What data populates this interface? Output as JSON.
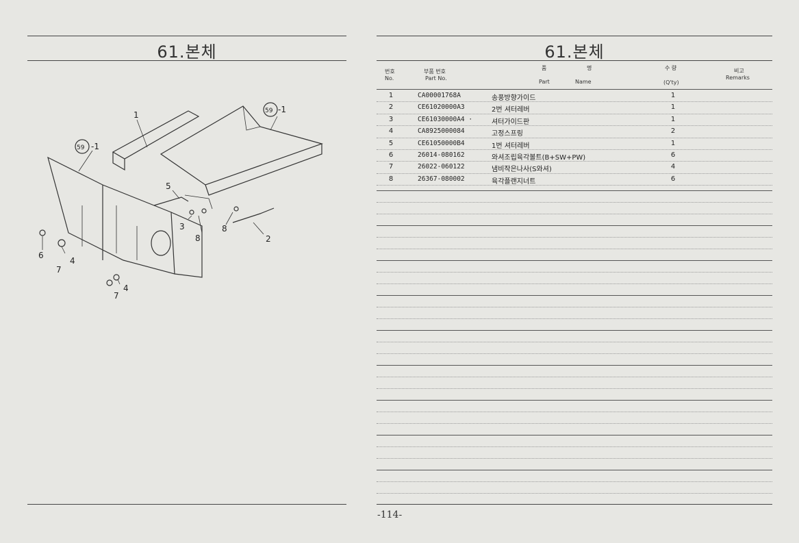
{
  "left_page": {
    "title": "61.본체",
    "callouts": [
      "1",
      "59",
      "-1",
      "59",
      "-1",
      "5",
      "3",
      "8",
      "8",
      "2",
      "6",
      "4",
      "7",
      "4",
      "7"
    ]
  },
  "right_page": {
    "title": "61.본체",
    "headers": {
      "no_ko": "번호",
      "no_en": "No.",
      "part_ko": "부품 번호",
      "part_en": "Part  No.",
      "name_ko_1": "품",
      "name_ko_2": "명",
      "name_en_1": "Part",
      "name_en_2": "Name",
      "qty_ko": "수 량",
      "qty_en": "(Q'ty)",
      "remarks_ko": "비고",
      "remarks_en": "Remarks"
    },
    "rows": [
      {
        "no": "1",
        "part": "CA00001768A",
        "name": "송풍방향가이드",
        "qty": "1"
      },
      {
        "no": "2",
        "part": "CE61020000A3",
        "name": "2번 셔터레버",
        "qty": "1"
      },
      {
        "no": "3",
        "part": "CE61030000A4 ·",
        "name": "셔터가이드판",
        "qty": "1"
      },
      {
        "no": "4",
        "part": "CA8925000084",
        "name": "고정스프링",
        "qty": "2"
      },
      {
        "no": "5",
        "part": "CE61050000B4",
        "name": "1번 셔터레버",
        "qty": "1"
      },
      {
        "no": "6",
        "part": "26014-080162",
        "name": "와셔조립육각볼트(B+SW+PW)",
        "qty": "6"
      },
      {
        "no": "7",
        "part": "26022-060122",
        "name": "냄비작은나사(S와셔)",
        "qty": "4"
      },
      {
        "no": "8",
        "part": "26367-080002",
        "name": "육각플랜지너트",
        "qty": "6"
      }
    ],
    "page_number": "-114-"
  }
}
